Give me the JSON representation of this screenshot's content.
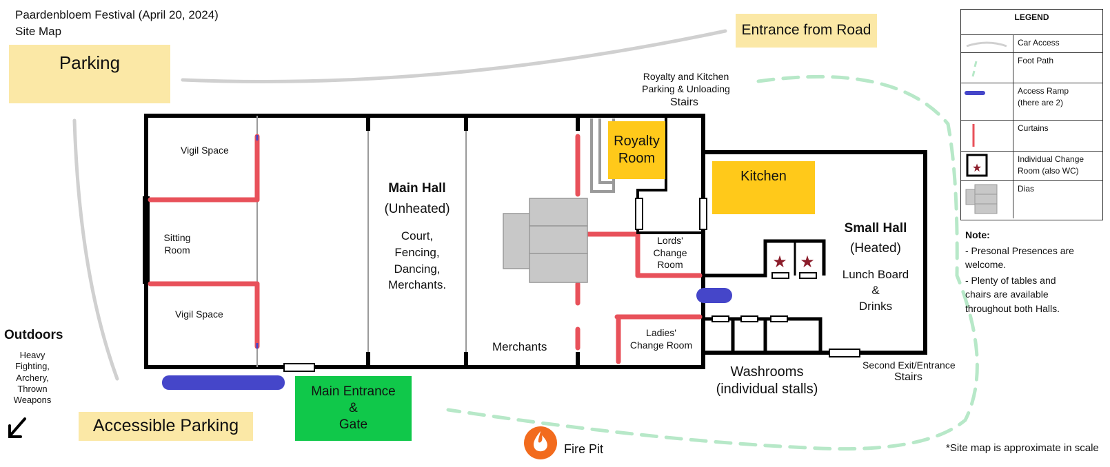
{
  "header": {
    "title": "Paardenbloem Festival (April 20, 2024)",
    "subtitle": "Site Map"
  },
  "areas": {
    "parking": "Parking",
    "entrance_road": "Entrance from Road",
    "accessible_parking": "Accessible Parking",
    "main_entrance": "Main Entrance\n&\nGate",
    "fire_pit": "Fire Pit",
    "outdoors_title": "Outdoors",
    "outdoors_desc": "Heavy\nFighting,\nArchery,\nThrown\nWeapons",
    "royalty_parking": "Royalty and Kitchen\nParking & Unloading",
    "stairs_top": "Stairs",
    "second_exit": "Second Exit/Entrance",
    "stairs_bottom": "Stairs",
    "washrooms": "Washrooms\n(individual stalls)",
    "scale_note": "*Site map is approximate in scale"
  },
  "rooms": {
    "vigil_top": "Vigil Space",
    "sitting": "Sitting\nRoom",
    "vigil_bottom": "Vigil Space",
    "main_hall_title": "Main Hall",
    "main_hall_sub": "(Unheated)",
    "main_hall_desc": "Court,\nFencing,\nDancing,\nMerchants.",
    "merchants": "Merchants",
    "royalty_room": "Royalty\nRoom",
    "lords_change": "Lords'\nChange\nRoom",
    "ladies_change": "Ladies'\nChange Room",
    "kitchen": "Kitchen",
    "small_hall_title": "Small Hall",
    "small_hall_sub": "(Heated)",
    "small_hall_desc": "Lunch Board\n&\nDrinks"
  },
  "legend": {
    "title": "LEGEND",
    "items": [
      {
        "icon": "car-access-icon",
        "label": "Car Access"
      },
      {
        "icon": "foot-path-icon",
        "label": "Foot Path"
      },
      {
        "icon": "access-ramp-icon",
        "label": "Access Ramp\n(there are 2)"
      },
      {
        "icon": "curtain-icon",
        "label": "Curtains"
      },
      {
        "icon": "change-room-icon",
        "label": "Individual Change\nRoom (also WC)"
      },
      {
        "icon": "dias-icon",
        "label": "Dias"
      }
    ]
  },
  "note": {
    "title": "Note:",
    "lines": [
      "- Presonal Presences are\nwelcome.",
      "- Plenty of tables and\nchairs are available\nthroughout both Halls."
    ]
  },
  "colors": {
    "wall": "#000000",
    "curtain": "#e8515a",
    "ramp": "#4546c9",
    "car_path": "#d0d0d0",
    "foot_path": "#b7e8c8",
    "yellow_area": "#fbe8a6",
    "room_yellow": "#ffc91a",
    "gate_green": "#10c84a",
    "dias": "#c8c8c8",
    "star": "#8b1c2a"
  }
}
